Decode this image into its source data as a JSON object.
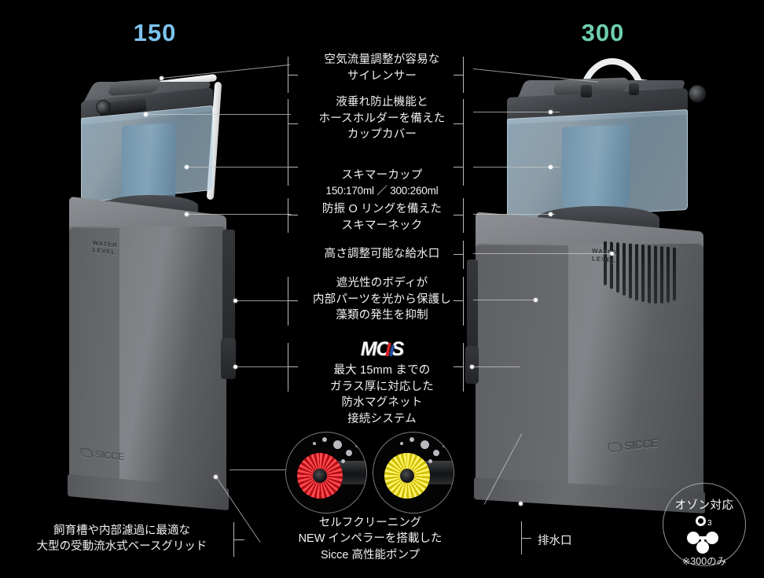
{
  "models": {
    "left": {
      "label": "150",
      "color": "#7cc3ee"
    },
    "right": {
      "label": "300",
      "color": "#6ecfb0"
    }
  },
  "callouts": [
    {
      "id": "silencer",
      "text": "空気流量調整が容易な\nサイレンサー"
    },
    {
      "id": "cup-cover",
      "text": "液垂れ防止機能と\nホースホルダーを備えた\nカップカバー"
    },
    {
      "id": "skimmer-cup",
      "text": "スキマーカップ",
      "sub": "150:170ml ／ 300:260ml"
    },
    {
      "id": "skimmer-neck",
      "text": "防振 O リングを備えた\nスキマーネック"
    },
    {
      "id": "water-inlet",
      "text": "高さ調整可能な給水口"
    },
    {
      "id": "body-shield",
      "text": "遮光性のボディが\n内部パーツを光から保護し\n藻類の発生を抑制"
    },
    {
      "id": "magnet-system",
      "text": "最大 15mm までの\nガラス厚に対応した\n防水マグネット\n接続システム",
      "logo": "MCS"
    }
  ],
  "bottom_left": {
    "text": "飼育槽や内部濾過に最適な\n大型の受動流水式ベースグリッド"
  },
  "bottom_center": {
    "text": "セルフクリーニング\nNEW インペラーを搭載した\nSicce 高性能ポンプ"
  },
  "bottom_right": {
    "text": "排水口"
  },
  "ozone": {
    "title": "オゾン対応",
    "formula_sub": "3",
    "note": "※300のみ"
  },
  "product_marks": {
    "brand": "SICCE",
    "water_level": "WATER\nLEVEL"
  },
  "impellers": [
    {
      "id": "impeller-red",
      "color": "#e8171f",
      "highlight": "#ff5a5f"
    },
    {
      "id": "impeller-yellow",
      "color": "#f2e31a",
      "highlight": "#fff87a"
    }
  ],
  "colors": {
    "background": "#000000",
    "leader_line": "#b9b9b9",
    "text": "#f2f2f2",
    "mcs_red": "#d81f26",
    "mcs_blue": "#1f4fa0"
  }
}
